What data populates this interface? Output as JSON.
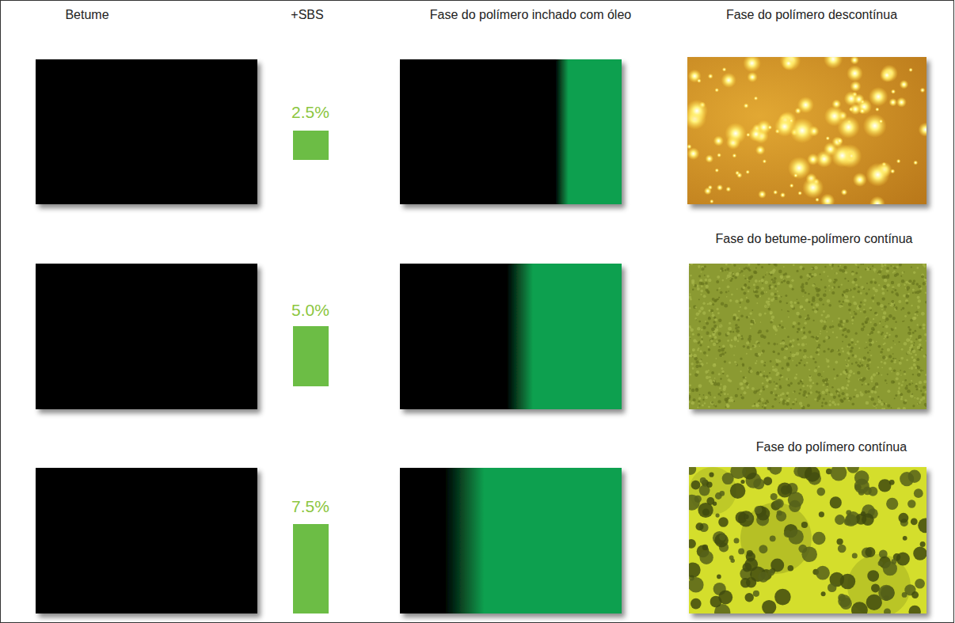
{
  "diagram": {
    "labels": [
      "Betume",
      "+SBS",
      "Fase do polímero inchado com óleo",
      "Fase do polímero descontínua",
      "2.5%",
      "Fase do betume-polímero contínua",
      "5.0%",
      "Fase do polímero contínua",
      "7.5%"
    ]
  }
}
